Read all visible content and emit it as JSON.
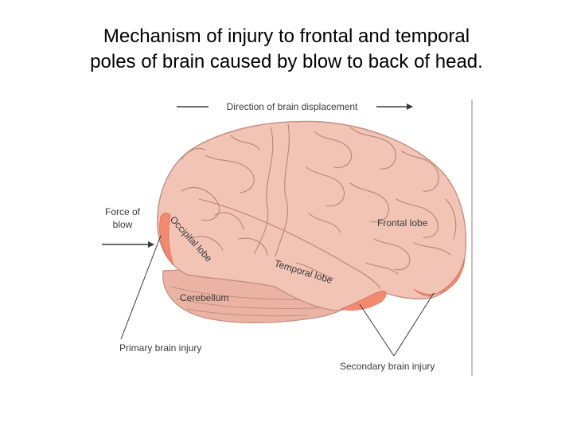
{
  "slide": {
    "title_line1": "Mechanism of injury to frontal and temporal",
    "title_line2": "poles of brain caused by blow to back of head."
  },
  "figure": {
    "direction_label": "Direction of brain displacement",
    "force_label_line1": "Force of",
    "force_label_line2": "blow",
    "occipital_label": "Occipital lobe",
    "temporal_label": "Temporal lobe",
    "frontal_label": "Frontal lobe",
    "cerebellum_label": "Cerebellum",
    "primary_label": "Primary brain injury",
    "secondary_label": "Secondary brain injury",
    "colors": {
      "brain_fill": "#f1c4b6",
      "brain_outline": "#c48f80",
      "gyri_lines": "#b98676",
      "injury_fill": "#f28a70",
      "cerebellum_fill": "#eab3a3"
    }
  }
}
